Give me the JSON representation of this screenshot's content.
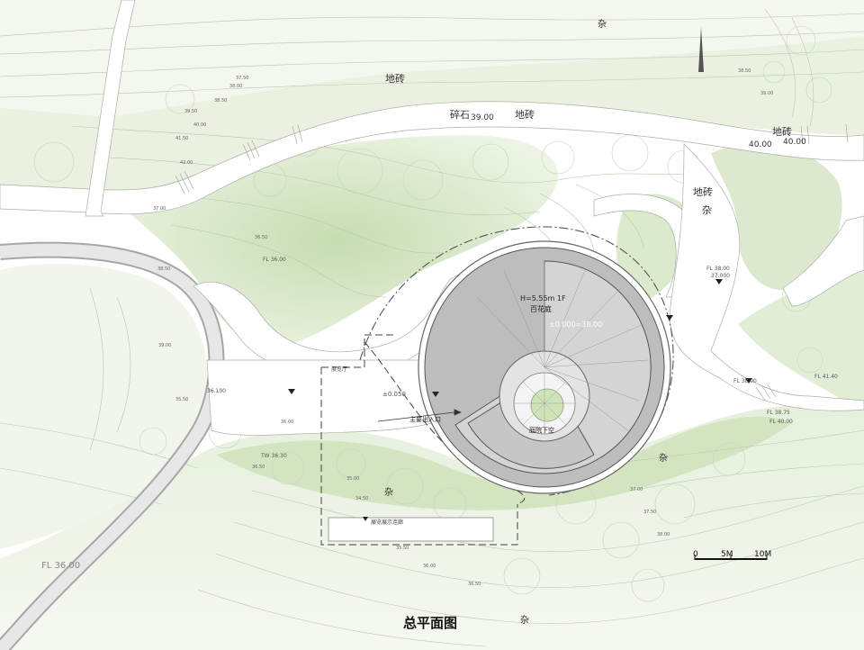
{
  "title": "总平面图",
  "materials": {
    "paving_top": "地砖",
    "paving_right_1": "地砖",
    "paving_right_2": "地砖",
    "paving_left": "地砖",
    "crushed_stone": "碎石",
    "misc_1": "杂",
    "misc_2": "杂",
    "misc_3": "杂",
    "misc_4": "杂"
  },
  "levels": {
    "road_top": "39.00",
    "road_right_a": "40.00",
    "road_right_b": "40.00",
    "fl_bottom_left": "FL 36.00",
    "fl_right_1": "FL 38.00",
    "fl_right_2": "FL 38.00",
    "fl_right_3": "FL 41.40",
    "fl_right_4": "FL 38.75",
    "fl_right_5": "FL 40.00",
    "fl_left_1": "FL 36.00",
    "fl_left_2": "TW 36.30",
    "pad_right": "37.000",
    "pad_left": "36.100",
    "entry_level": "±0.050"
  },
  "building": {
    "height_note": "H=5.55m 1F",
    "name": "百花庭",
    "floor_level": "±0.000=38.00",
    "atrium": "庭院下空",
    "entrance": "主要出入口",
    "gallery": "展览厅"
  },
  "annex": {
    "label": "展览展示连廊"
  },
  "scale_bar": {
    "ticks": [
      "0",
      "5M",
      "10M"
    ]
  },
  "contour_labels": [
    "37.50",
    "38.00",
    "38.50",
    "39.50",
    "40.00",
    "41.50",
    "42.00",
    "37.00",
    "36.50",
    "38.50",
    "39.00",
    "35.50",
    "36.00",
    "36.50",
    "35.00",
    "34.50",
    "35.50",
    "36.00",
    "36.50",
    "37.00",
    "37.50",
    "38.00",
    "38.50",
    "39.00"
  ],
  "colors": {
    "vegetation": "#d7e6c7",
    "paving": "#ffffff",
    "building_roof": "#b8b8b8",
    "building_floor": "#d2d2d2",
    "atrium_green": "#cfe3b8",
    "line": "#8a8a8a"
  }
}
